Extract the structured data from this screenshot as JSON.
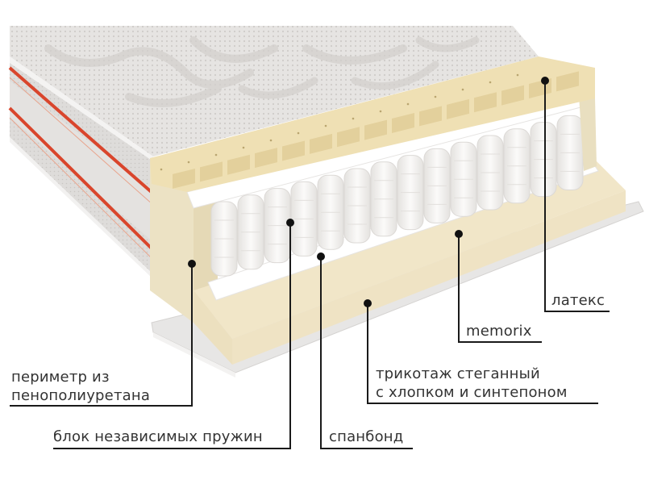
{
  "diagram": {
    "subject": "mattress cross-section",
    "colors": {
      "background": "#ffffff",
      "quilted_top": "#e8e6e4",
      "quilted_shadow": "#d2cfcc",
      "side_panel": "#dcdad8",
      "side_stripe": "#d9452c",
      "latex": "#efe0b4",
      "latex_block": "#e3d09c",
      "foam_perimeter": "#efe4c6",
      "memorix": "#f1e6c8",
      "spunbond": "#ffffff",
      "springs": "#f4f3f1",
      "bottom_cover": "#e6e5e4",
      "leader_line": "#1a1a1a",
      "label_text": "#333333"
    },
    "callouts": [
      {
        "id": "latex",
        "label": "латекс"
      },
      {
        "id": "memorix",
        "label": "memorix"
      },
      {
        "id": "knit",
        "line1": "трикотаж стеганный",
        "line2": "с хлопком и синтепоном"
      },
      {
        "id": "perimeter",
        "line1": "периметр из",
        "line2": "пенополиуретана"
      },
      {
        "id": "springs",
        "label": "блок независимых пружин"
      },
      {
        "id": "spunbond",
        "label": "спанбонд"
      }
    ]
  }
}
